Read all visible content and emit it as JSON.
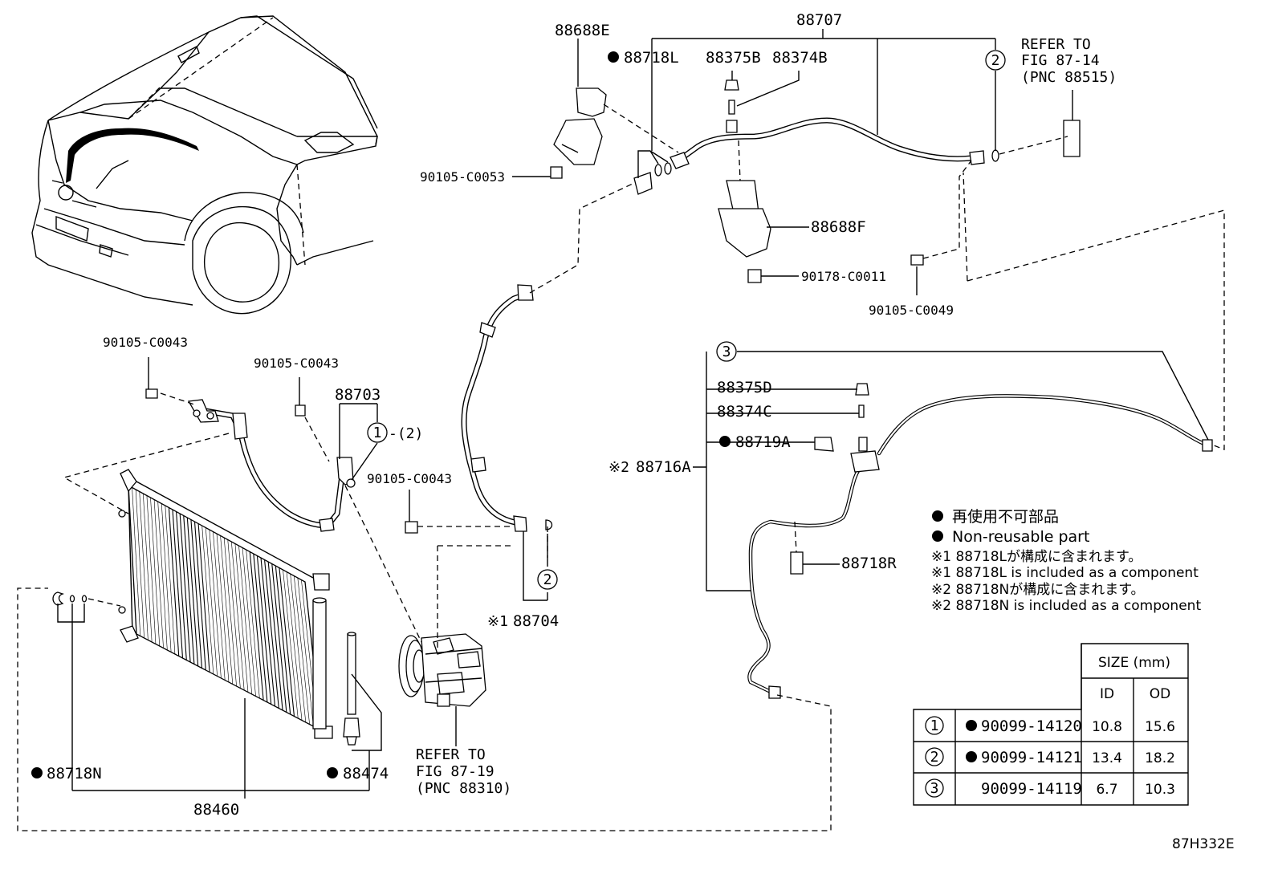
{
  "labels": {
    "p88707": "88707",
    "p88688E": "88688E",
    "p88718L": "88718L",
    "p88375B": "88375B",
    "p88374B": "88374B",
    "refer_top_1": "REFER TO",
    "refer_top_2": "FIG 87-14",
    "refer_top_3": "(PNC 88515)",
    "p90105_C0053": "90105-C0053",
    "p88688F": "88688F",
    "p90178_C0011": "90178-C0011",
    "p90105_C0049": "90105-C0049",
    "p90105_C0043_a": "90105-C0043",
    "p90105_C0043_b": "90105-C0043",
    "p90105_C0043_c": "90105-C0043",
    "p88703": "88703",
    "ref_1_2": "-(2)",
    "p88375D": "88375D",
    "p88374C": "88374C",
    "p88719A": "88719A",
    "p88716A": "88716A",
    "mark_2": "※2",
    "p88718R": "88718R",
    "mark_1": "※1",
    "p88704": "88704",
    "refer_bot_1": "REFER TO",
    "refer_bot_2": "FIG 87-19",
    "refer_bot_3": "(PNC 88310)",
    "p88718N": "88718N",
    "p88474": "88474",
    "p88460": "88460",
    "figure_code": "87H332E",
    "circle_1": "1",
    "circle_2": "2",
    "circle_3": "3"
  },
  "legend": {
    "non_reusable_jp": "再使用不可部品",
    "non_reusable_en": "Non-reusable part",
    "note1_jp": "※1 88718Lが構成に含まれます。",
    "note1_en": "※1 88718L is included as a component",
    "note2_jp": "※2 88718Nが構成に含まれます。",
    "note2_en": "※2 88718N is included as a component"
  },
  "size_table": {
    "header": "SIZE (mm)",
    "col_id": "ID",
    "col_od": "OD",
    "rows": [
      {
        "ref": "1",
        "part": "90099-14120",
        "id": "10.8",
        "od": "15.6",
        "non_reusable": true
      },
      {
        "ref": "2",
        "part": "90099-14121",
        "id": "13.4",
        "od": "18.2",
        "non_reusable": true
      },
      {
        "ref": "3",
        "part": "90099-14119",
        "id": "6.7",
        "od": "10.3",
        "non_reusable": false
      }
    ]
  }
}
